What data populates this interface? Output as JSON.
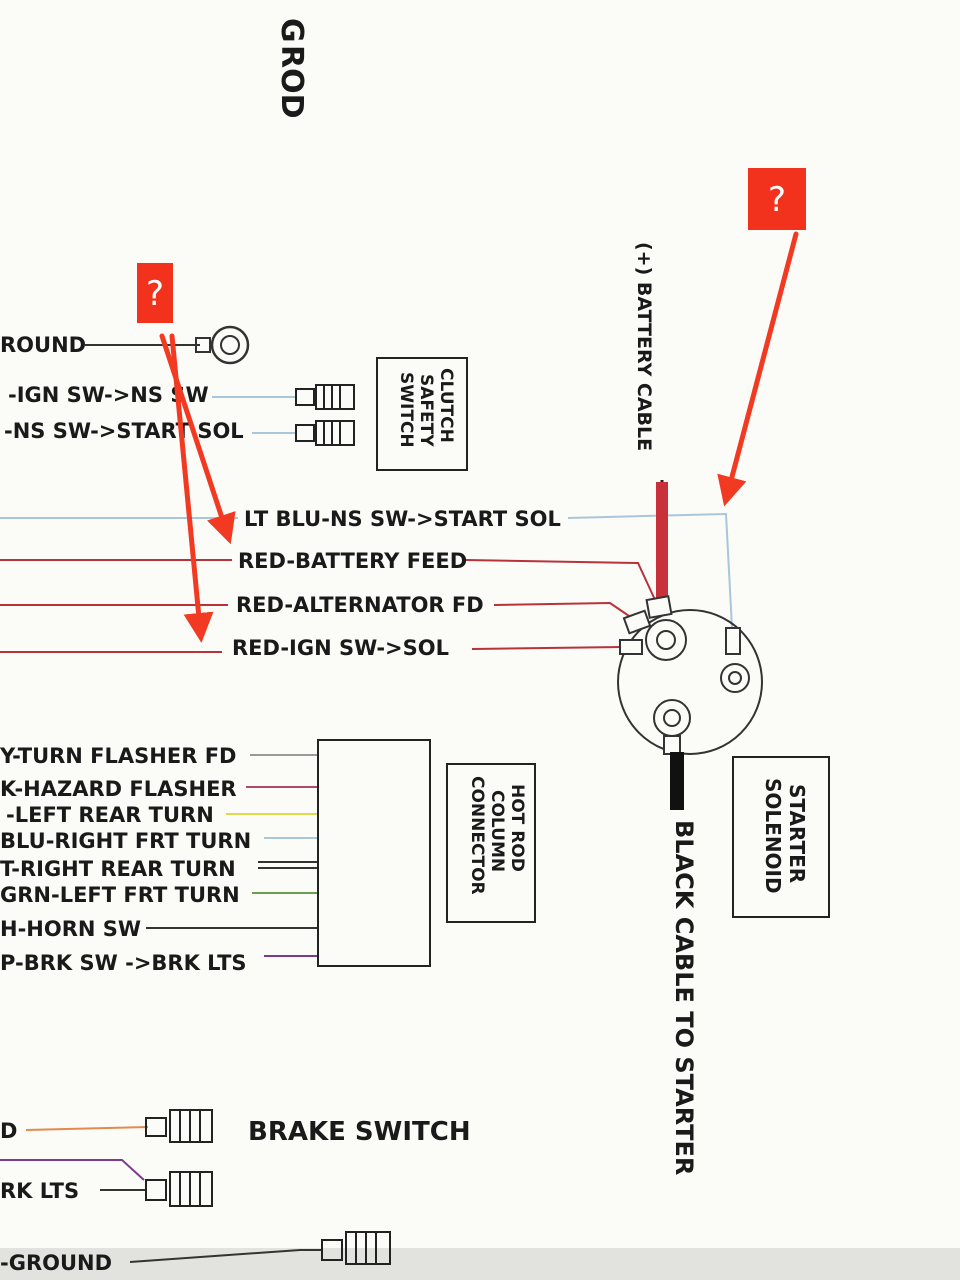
{
  "header_fragments": {
    "top_letter": "G",
    "top_word": "ROD"
  },
  "wire_labels": {
    "ground_top": "ROUND",
    "ign_ns": "-IGN SW->NS SW",
    "ns_start": "-NS SW->START SOL",
    "lt_blu": "LT BLU-NS SW->START SOL",
    "battery_feed": "RED-BATTERY FEED",
    "alternator": "RED-ALTERNATOR FD",
    "ign_sol": "RED-IGN SW->SOL",
    "turn_flasher": "Y-TURN FLASHER FD",
    "hazard": "K-HAZARD FLASHER",
    "left_rear": "-LEFT REAR TURN",
    "right_frt": "BLU-RIGHT FRT TURN",
    "right_rear": "T-RIGHT REAR TURN",
    "left_frt": "GRN-LEFT FRT TURN",
    "horn": "H-HORN SW",
    "brk": "P-BRK SW ->BRK LTS",
    "bottom_d": "D",
    "bottom_rk": "RK LTS",
    "bottom_ground": "-GROUND"
  },
  "components": {
    "clutch_switch": [
      "CLUTCH",
      "SAFETY",
      "SWITCH"
    ],
    "hot_rod_connector": [
      "HOT ROD",
      "COLUMN",
      "CONNECTOR"
    ],
    "starter_solenoid": [
      "STARTER",
      "SOLENOID"
    ],
    "brake_switch": "BRAKE SWITCH"
  },
  "cables": {
    "battery": "(+) BATTERY CABLE",
    "black": "BLACK CABLE TO STARTER"
  },
  "annotations": {
    "marker_left": "?",
    "marker_right": "?"
  },
  "colors": {
    "red_wire": "#b8323a",
    "lt_blue_wire": "#a9c6da",
    "marker_fill": "#f2321c",
    "arrow": "#f23a22",
    "paper": "#fbfbf8"
  }
}
